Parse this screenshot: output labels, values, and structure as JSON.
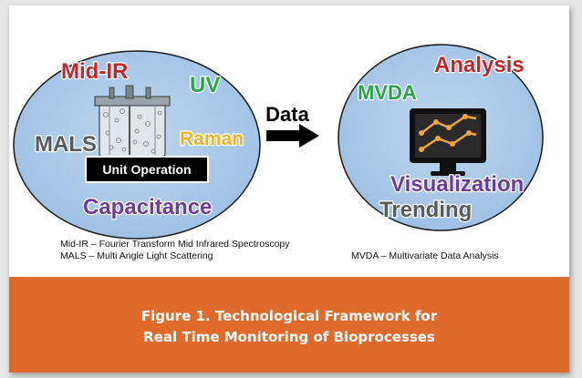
{
  "left_circle": {
    "labels": {
      "mid_ir": "Mid-IR",
      "uv": "UV",
      "mals": "MALS",
      "raman": "Raman",
      "capacitance": "Capacitance"
    },
    "unit_operation": "Unit Operation"
  },
  "arrow_label": "Data",
  "right_circle": {
    "labels": {
      "analysis": "Analysis",
      "mvda": "MVDA",
      "visualization": "Visualization",
      "trending": "Trending"
    },
    "monitor_icon": "line-chart-monitor-icon"
  },
  "footnotes": {
    "mid_ir": "Mid-IR – Fourier Transform Mid Infrared Spectroscopy",
    "mals": "MALS – Multi Angle Light Scattering",
    "mvda": "MVDA – Multivariate Data Analysis"
  },
  "caption": "Figure 1. Technological Framework for Real Time Monitoring of Bioprocesses",
  "colors": {
    "circle_fill": "#a9c9e9",
    "mid_ir": "#c0272d",
    "uv": "#2aa34a",
    "mals": "#595959",
    "raman": "#f0b21f",
    "capacitance": "#6a3c9b",
    "analysis": "#c0272d",
    "mvda": "#2aa34a",
    "visualization": "#6a3c9b",
    "trending": "#595959",
    "caption_band": "#e06a2c"
  }
}
